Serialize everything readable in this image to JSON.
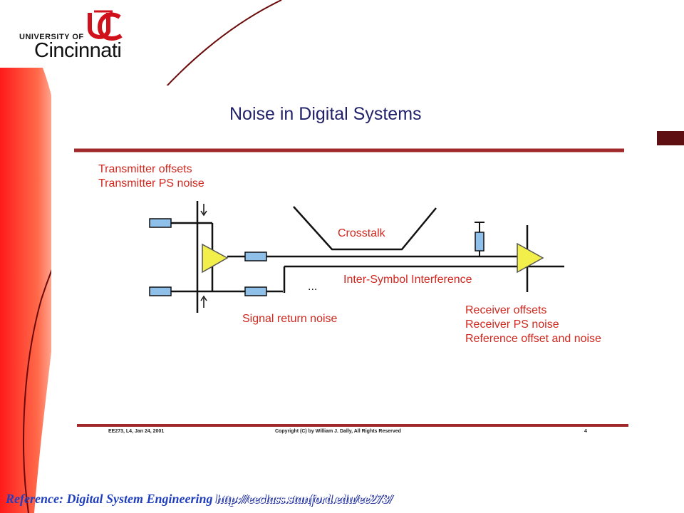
{
  "logo": {
    "line1": "UNIVERSITY OF",
    "line2": "Cincinnati"
  },
  "slide": {
    "title": "Noise in Digital Systems",
    "transmitter_labels": [
      "Transmitter offsets",
      "Transmitter PS noise"
    ],
    "crosstalk_label": "Crosstalk",
    "isi_label": "Inter-Symbol Interference",
    "ellipsis": "...",
    "signal_return_label": "Signal return noise",
    "receiver_labels": [
      "Receiver offsets",
      "Receiver PS noise",
      "Reference offset and noise"
    ],
    "footer_left": "EE273, L4, Jan 24, 2001",
    "footer_center": "Copyright (C) by William J. Dally, All Rights Reserved",
    "footer_page": "4"
  },
  "reference": {
    "label": "Reference:",
    "book": "Digital System Engineering",
    "url": "http://eeclass.stanford.edu/ee273/"
  },
  "colors": {
    "accent_red": "#e0000f",
    "title_blue": "#22226a",
    "rule_red": "#a0282a",
    "triangle_yellow": "#f2ee4a",
    "resistor_blue": "#8fc0ea",
    "side_tab": "#5e0f12"
  }
}
